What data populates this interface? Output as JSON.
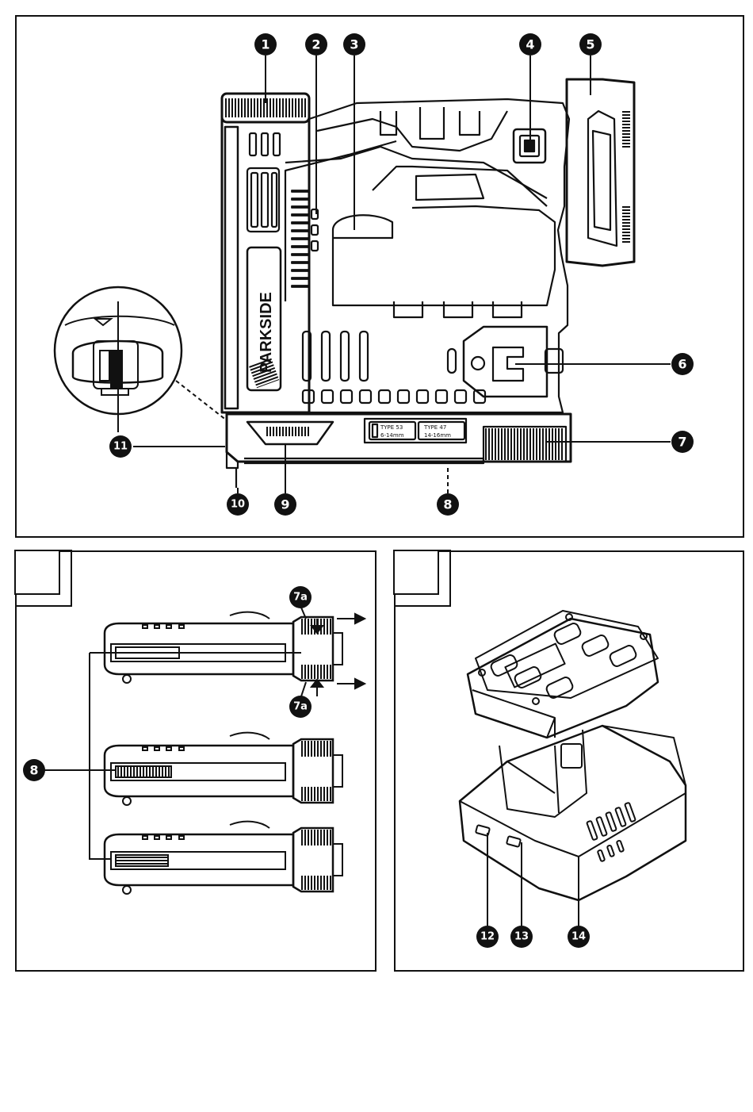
{
  "figure_top": {
    "brand_label": "PARKSIDE",
    "plate_labels": [
      "TYPE 53",
      "TYPE 47"
    ],
    "plate_sublabels": [
      "6-14mm",
      "14-16mm"
    ],
    "callouts": {
      "c1": "1",
      "c2": "2",
      "c3": "3",
      "c4": "4",
      "c5": "5",
      "c6": "6",
      "c7": "7",
      "c8": "8",
      "c9": "9",
      "c10": "10",
      "c11": "11"
    }
  },
  "figure_left": {
    "callouts": {
      "c7a_top": "7a",
      "c7a_bottom": "7a",
      "c8": "8"
    }
  },
  "figure_right": {
    "callouts": {
      "c12": "12",
      "c13": "13",
      "c14": "14"
    }
  },
  "colors": {
    "line": "#111111",
    "badge": "#111111",
    "paper": "#ffffff"
  }
}
